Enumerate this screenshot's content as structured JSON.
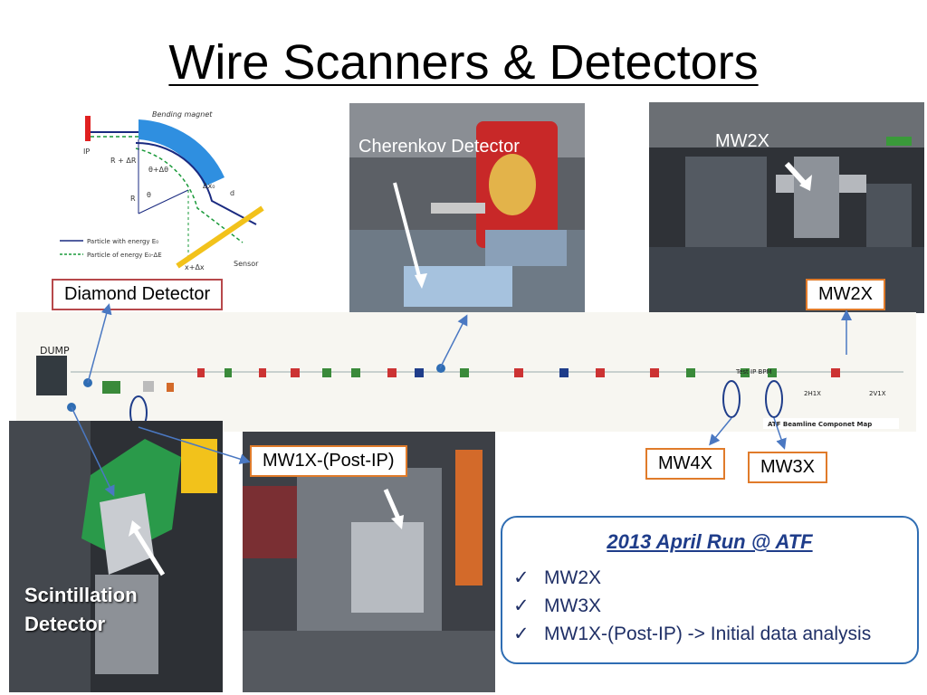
{
  "slide": {
    "title": "Wire Scanners & Detectors"
  },
  "diagram": {
    "heading": "Bending magnet",
    "ip_label": "IP",
    "r_plus_label": "R + ΔR",
    "r_label": "R",
    "theta_plus_label": "θ+Δθ",
    "theta_label": "θ",
    "delta_x0_label": "Δx₀",
    "d_label": "d",
    "x_plus_label": "x+Δx",
    "sensor_label": "Sensor",
    "legend_1": "Particle with energy E₀",
    "legend_2": "Particle of energy E₀-ΔE"
  },
  "photos": {
    "cherenkov_label": "Cherenkov Detector",
    "mw2x_photo_label": "MW2X",
    "scintillation_line1": "Scintillation",
    "scintillation_line2": "Detector"
  },
  "labels": {
    "diamond": "Diamond Detector",
    "mw2x": "MW2X",
    "mw1x": "MW1X-(Post-IP)",
    "mw4x": "MW4X",
    "mw3x": "MW3X"
  },
  "beamline": {
    "dump_label": "DUMP",
    "test_ip_label": "Test IP BPM",
    "map_label": "ATF Beamline Componet Map",
    "labels_2h1x": "2H1X",
    "labels_2v1x": "2V1X"
  },
  "run_box": {
    "title": "2013 April Run @ ATF",
    "items": [
      "MW2X",
      "MW3X",
      "MW1X-(Post-IP) -> Initial data analysis"
    ],
    "check": "✓"
  },
  "colors": {
    "accent_orange": "#e07b2a",
    "accent_red": "#b7484b",
    "accent_blue": "#2f6db3",
    "arrow_blue": "#4a78c2",
    "magnet_blue": "#2f8fe0",
    "sensor_yellow": "#f2c21b"
  }
}
